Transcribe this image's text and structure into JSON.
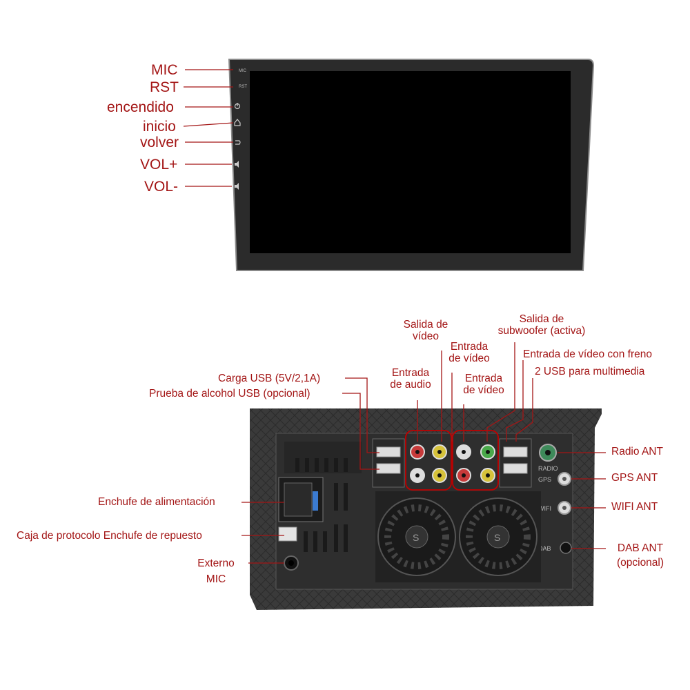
{
  "colors": {
    "label": "#a31515",
    "line": "#a31515",
    "screen": "#000000",
    "bezel": "#2b2b2b",
    "chassis": "#3a3a3a"
  },
  "front": {
    "labels": {
      "mic": "MIC",
      "rst": "RST",
      "power": "encendido",
      "home": "inicio",
      "back": "volver",
      "vol_up": "VOL+",
      "vol_down": "VOL-"
    },
    "side_buttons": {
      "mic": "MIC",
      "rst": "RST",
      "power_icon": "power-icon",
      "home_icon": "home-icon",
      "back_icon": "back-icon",
      "vol_up_icon": "volume-up-icon",
      "vol_down_icon": "volume-down-icon"
    }
  },
  "back": {
    "labels": {
      "video_out": [
        "Salida de",
        "vídeo"
      ],
      "subwoofer_out": [
        "Salida de",
        "subwoofer (activa)"
      ],
      "video_in_1": [
        "Entrada",
        "de vídeo"
      ],
      "video_brake": "Entrada de vídeo con freno",
      "usb_media": "2 USB para multimedia",
      "audio_in": [
        "Entrada",
        "de audio"
      ],
      "video_in_2": [
        "Entrada",
        "de vídeo"
      ],
      "usb_charge": "Carga USB (5V/2,1A)",
      "usb_alcohol": "Prueba de alcohol USB (opcional)",
      "radio_ant": "Radio ANT",
      "gps_ant": "GPS ANT",
      "wifi_ant": "WIFI ANT",
      "dab_ant": [
        "DAB ANT",
        "(opcional)"
      ],
      "power_plug": "Enchufe de alimentación",
      "protocol_box": "Caja de protocolo Enchufe de repuesto",
      "ext_mic": [
        "Externo",
        "MIC"
      ]
    },
    "port_marks": {
      "radio": "RADIO",
      "gps": "GPS",
      "wifi": "WIFI",
      "dab": "DAB"
    }
  }
}
